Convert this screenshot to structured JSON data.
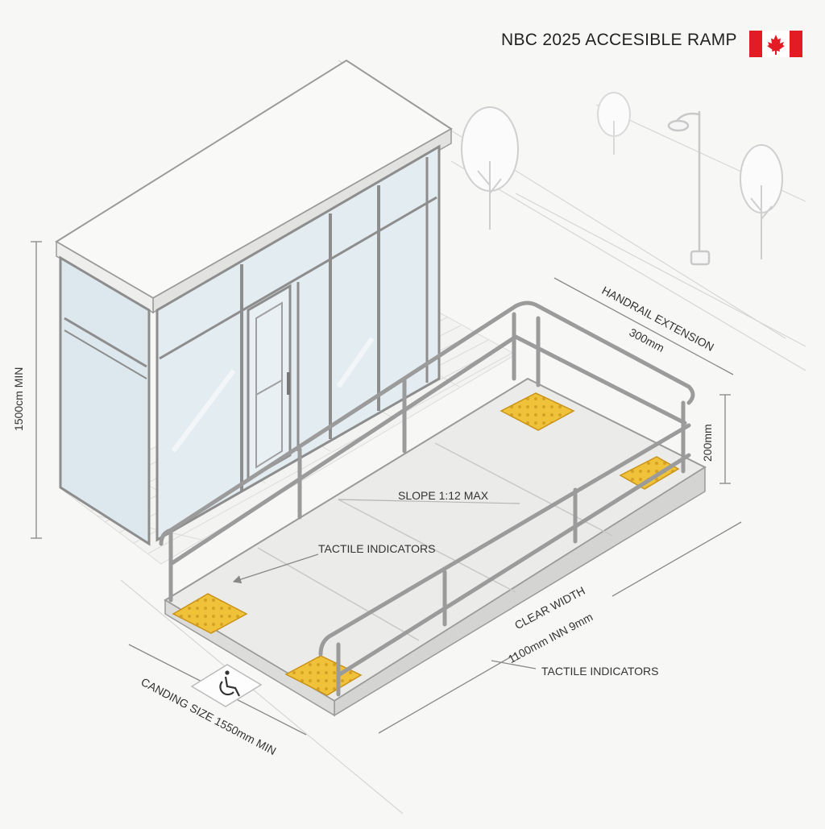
{
  "title": "NBC 2025 ACCESIBLE RAMP",
  "flag_colors": {
    "red": "#e31b23",
    "white": "#ffffff"
  },
  "colors": {
    "line": "#8e8e8e",
    "glass": "#dbe7ef",
    "tactile": "#f0c23a",
    "ramp": "#e8e8e6",
    "ramp_side": "#d2d2d0"
  },
  "icons": [
    "wheelchair-icon",
    "maple-leaf-icon",
    "tree-icon",
    "street-lamp-icon",
    "tactile-paver-icon"
  ],
  "labels": {
    "handrail_extension": "HANDRAIL EXTENSION",
    "handrail_value": "300mm",
    "height_min": "1500cm MIN",
    "rise": "200mm",
    "slope": "SLOPE 1:12 MAX",
    "tactile_top": "TACTILE INDICATORS",
    "clear_width": "CLEAR WIDTH",
    "clear_width_value": "1100mm INN 9mm",
    "tactile_bottom": "TACTILE INDICATORS",
    "landing": "CANDING SIZE 1550mm MIN"
  }
}
